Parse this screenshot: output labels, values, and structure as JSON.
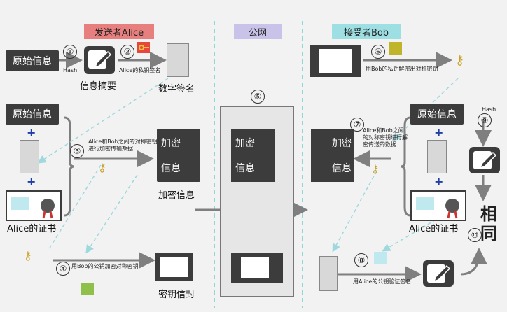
{
  "headers": {
    "sender": "发送者Alice",
    "public": "公网",
    "receiver": "接受者Bob"
  },
  "boxes": {
    "original_1": "原始信息",
    "original_2": "原始信息",
    "original_3": "原始信息"
  },
  "labels": {
    "hash1": "Hash",
    "digest": "信息摘要",
    "private_key": "Alice的私钥签名",
    "signature": "数字签名",
    "sym_key_enc": "Alice和Bob之间的对称密钥进行加密传输数据",
    "encrypted_info": "加密信息",
    "alice_cert_1": "Alice的证书",
    "bob_pub_enc": "用Bob的公钥加密对称密钥",
    "key_envelope": "密钥信封",
    "bob_priv_dec": "用Bob的私钥解密出对称密钥",
    "sym_key_dec": "Alice和Bob之间的对称密钥进行解密传送的数据",
    "hash2": "Hash",
    "alice_cert_2": "Alice的证书",
    "alice_pub_verify": "用Alice的公钥验证签名",
    "same": "相同",
    "jiami": "加密",
    "xinxi": "信息"
  },
  "numbers": [
    "①",
    "②",
    "③",
    "④",
    "⑤",
    "⑥",
    "⑦",
    "⑧",
    "⑨",
    "⑩"
  ],
  "colors": {
    "sender": "#e87f7f",
    "public": "#c9c3ea",
    "receiver": "#9edfe3",
    "box": "#3c3c3c",
    "arrow": "#7f7f7f",
    "dashed": "#9fd9dd"
  }
}
